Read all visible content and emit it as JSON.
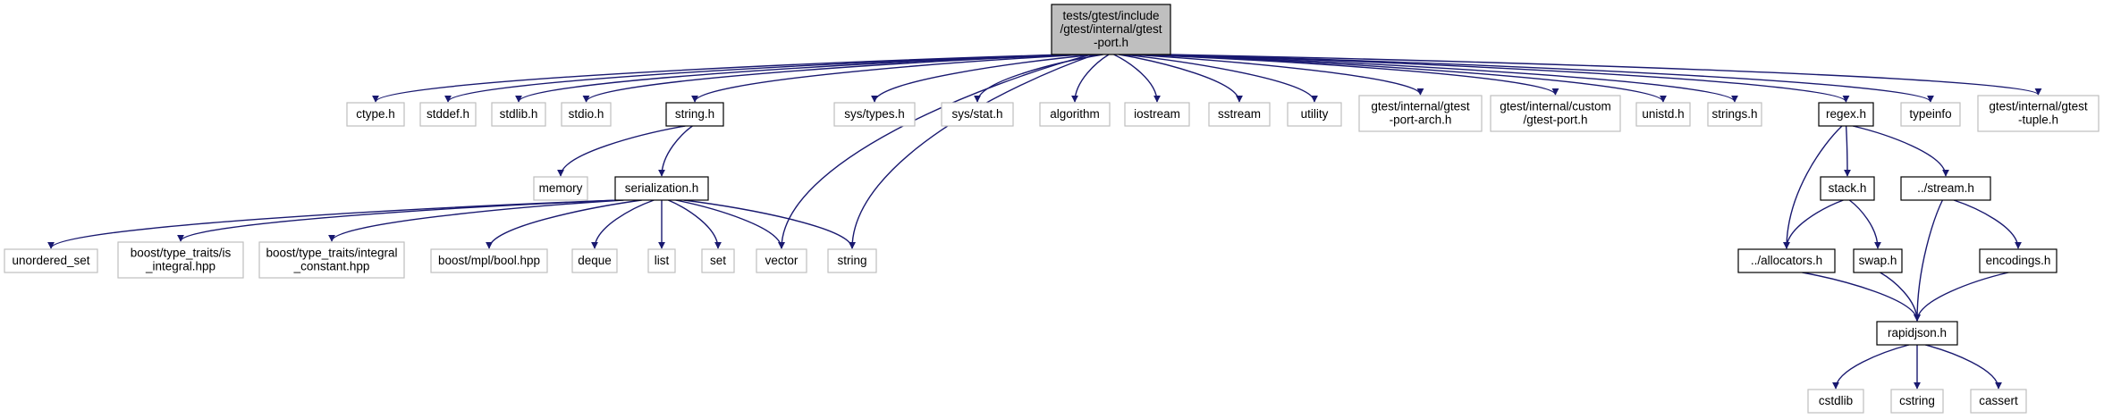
{
  "colors": {
    "edge": "#191970",
    "root_fill": "#bfbfbf",
    "project_border": "#000000",
    "external_border": "#bfbfbf",
    "text": "#000000"
  },
  "nodes": [
    {
      "id": "root",
      "lines": [
        "tests/gtest/include",
        "/gtest/internal/gtest",
        "-port.h"
      ],
      "kind": "root"
    },
    {
      "id": "ctype",
      "lines": [
        "ctype.h"
      ],
      "kind": "external"
    },
    {
      "id": "stddef",
      "lines": [
        "stddef.h"
      ],
      "kind": "external"
    },
    {
      "id": "stdlib",
      "lines": [
        "stdlib.h"
      ],
      "kind": "external"
    },
    {
      "id": "stdio",
      "lines": [
        "stdio.h"
      ],
      "kind": "external"
    },
    {
      "id": "string_h",
      "lines": [
        "string.h"
      ],
      "kind": "project"
    },
    {
      "id": "sys_types",
      "lines": [
        "sys/types.h"
      ],
      "kind": "external"
    },
    {
      "id": "sys_stat",
      "lines": [
        "sys/stat.h"
      ],
      "kind": "external"
    },
    {
      "id": "algorithm",
      "lines": [
        "algorithm"
      ],
      "kind": "external"
    },
    {
      "id": "iostream",
      "lines": [
        "iostream"
      ],
      "kind": "external"
    },
    {
      "id": "sstream",
      "lines": [
        "sstream"
      ],
      "kind": "external"
    },
    {
      "id": "utility",
      "lines": [
        "utility"
      ],
      "kind": "external"
    },
    {
      "id": "port_arch",
      "lines": [
        "gtest/internal/gtest",
        "-port-arch.h"
      ],
      "kind": "external"
    },
    {
      "id": "custom_port",
      "lines": [
        "gtest/internal/custom",
        "/gtest-port.h"
      ],
      "kind": "external"
    },
    {
      "id": "unistd",
      "lines": [
        "unistd.h"
      ],
      "kind": "external"
    },
    {
      "id": "strings",
      "lines": [
        "strings.h"
      ],
      "kind": "external"
    },
    {
      "id": "regex",
      "lines": [
        "regex.h"
      ],
      "kind": "project"
    },
    {
      "id": "typeinfo",
      "lines": [
        "typeinfo"
      ],
      "kind": "external"
    },
    {
      "id": "gtest_tuple",
      "lines": [
        "gtest/internal/gtest",
        "-tuple.h"
      ],
      "kind": "external"
    },
    {
      "id": "memory",
      "lines": [
        "memory"
      ],
      "kind": "external"
    },
    {
      "id": "serialization",
      "lines": [
        "serialization.h"
      ],
      "kind": "project"
    },
    {
      "id": "unordered_set",
      "lines": [
        "unordered_set"
      ],
      "kind": "external"
    },
    {
      "id": "is_integral",
      "lines": [
        "boost/type_traits/is",
        "_integral.hpp"
      ],
      "kind": "external"
    },
    {
      "id": "integral_constant",
      "lines": [
        "boost/type_traits/integral",
        "_constant.hpp"
      ],
      "kind": "external"
    },
    {
      "id": "mpl_bool",
      "lines": [
        "boost/mpl/bool.hpp"
      ],
      "kind": "external"
    },
    {
      "id": "deque",
      "lines": [
        "deque"
      ],
      "kind": "external"
    },
    {
      "id": "list",
      "lines": [
        "list"
      ],
      "kind": "external"
    },
    {
      "id": "set",
      "lines": [
        "set"
      ],
      "kind": "external"
    },
    {
      "id": "vector",
      "lines": [
        "vector"
      ],
      "kind": "external"
    },
    {
      "id": "string",
      "lines": [
        "string"
      ],
      "kind": "external"
    },
    {
      "id": "stack",
      "lines": [
        "stack.h"
      ],
      "kind": "project"
    },
    {
      "id": "stream",
      "lines": [
        "../stream.h"
      ],
      "kind": "project"
    },
    {
      "id": "allocators",
      "lines": [
        "../allocators.h"
      ],
      "kind": "project"
    },
    {
      "id": "swap",
      "lines": [
        "swap.h"
      ],
      "kind": "project"
    },
    {
      "id": "encodings",
      "lines": [
        "encodings.h"
      ],
      "kind": "project"
    },
    {
      "id": "rapidjson",
      "lines": [
        "rapidjson.h"
      ],
      "kind": "project"
    },
    {
      "id": "cstdlib",
      "lines": [
        "cstdlib"
      ],
      "kind": "external"
    },
    {
      "id": "cstring",
      "lines": [
        "cstring"
      ],
      "kind": "external"
    },
    {
      "id": "cassert",
      "lines": [
        "cassert"
      ],
      "kind": "external"
    }
  ],
  "edges": [
    [
      "root",
      "ctype"
    ],
    [
      "root",
      "stddef"
    ],
    [
      "root",
      "stdlib"
    ],
    [
      "root",
      "stdio"
    ],
    [
      "root",
      "string_h"
    ],
    [
      "root",
      "vector"
    ],
    [
      "root",
      "string"
    ],
    [
      "root",
      "sys_types"
    ],
    [
      "root",
      "sys_stat"
    ],
    [
      "root",
      "algorithm"
    ],
    [
      "root",
      "iostream"
    ],
    [
      "root",
      "sstream"
    ],
    [
      "root",
      "utility"
    ],
    [
      "root",
      "port_arch"
    ],
    [
      "root",
      "custom_port"
    ],
    [
      "root",
      "unistd"
    ],
    [
      "root",
      "strings"
    ],
    [
      "root",
      "regex"
    ],
    [
      "root",
      "typeinfo"
    ],
    [
      "root",
      "gtest_tuple"
    ],
    [
      "string_h",
      "memory"
    ],
    [
      "string_h",
      "serialization"
    ],
    [
      "serialization",
      "unordered_set"
    ],
    [
      "serialization",
      "is_integral"
    ],
    [
      "serialization",
      "integral_constant"
    ],
    [
      "serialization",
      "mpl_bool"
    ],
    [
      "serialization",
      "deque"
    ],
    [
      "serialization",
      "list"
    ],
    [
      "serialization",
      "set"
    ],
    [
      "serialization",
      "vector"
    ],
    [
      "serialization",
      "string"
    ],
    [
      "regex",
      "allocators"
    ],
    [
      "regex",
      "stack"
    ],
    [
      "regex",
      "stream"
    ],
    [
      "stack",
      "allocators"
    ],
    [
      "stack",
      "swap"
    ],
    [
      "stream",
      "rapidjson"
    ],
    [
      "stream",
      "encodings"
    ],
    [
      "allocators",
      "rapidjson"
    ],
    [
      "swap",
      "rapidjson"
    ],
    [
      "encodings",
      "rapidjson"
    ],
    [
      "rapidjson",
      "cstdlib"
    ],
    [
      "rapidjson",
      "cstring"
    ],
    [
      "rapidjson",
      "cassert"
    ]
  ]
}
